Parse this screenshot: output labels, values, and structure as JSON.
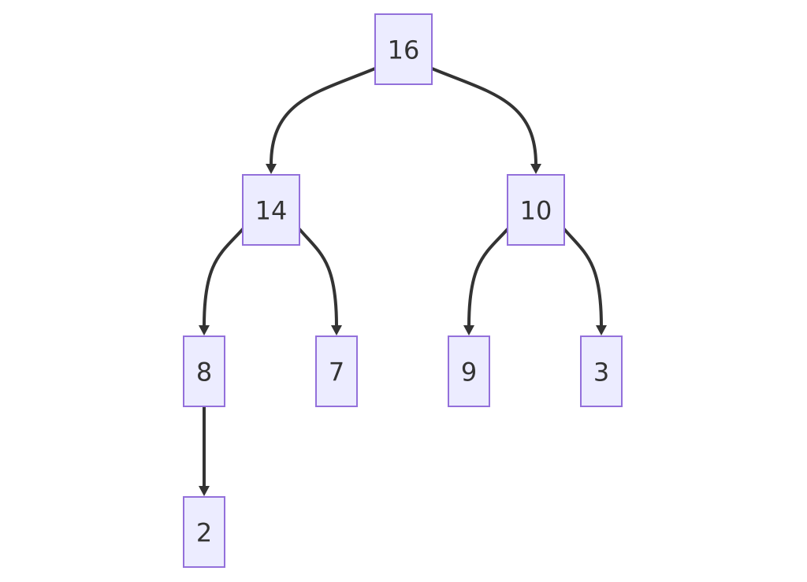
{
  "tree": {
    "nodes": [
      {
        "id": "n16",
        "label": "16"
      },
      {
        "id": "n14",
        "label": "14"
      },
      {
        "id": "n10",
        "label": "10"
      },
      {
        "id": "n8",
        "label": "8"
      },
      {
        "id": "n7",
        "label": "7"
      },
      {
        "id": "n9",
        "label": "9"
      },
      {
        "id": "n3",
        "label": "3"
      },
      {
        "id": "n2",
        "label": "2"
      }
    ],
    "edges": [
      {
        "from": "n16",
        "to": "n14"
      },
      {
        "from": "n16",
        "to": "n10"
      },
      {
        "from": "n14",
        "to": "n8"
      },
      {
        "from": "n14",
        "to": "n7"
      },
      {
        "from": "n10",
        "to": "n9"
      },
      {
        "from": "n10",
        "to": "n3"
      },
      {
        "from": "n8",
        "to": "n2"
      }
    ]
  },
  "colors": {
    "node_fill": "#ececff",
    "node_stroke": "#9370db",
    "edge": "#333333",
    "text": "#333333"
  }
}
